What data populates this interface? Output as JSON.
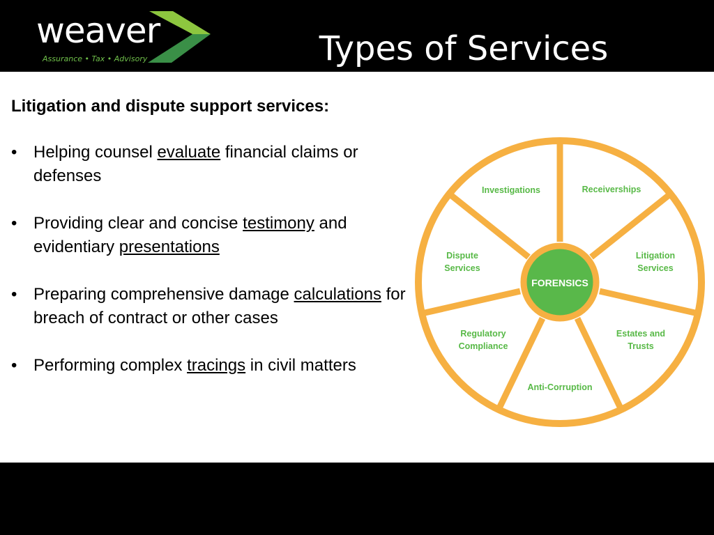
{
  "header": {
    "logo_word": "weaver",
    "logo_tagline": "Assurance • Tax • Advisory",
    "title": "Types of Services"
  },
  "content": {
    "heading": "Litigation and dispute support services:",
    "bullets": [
      {
        "pre": "Helping counsel ",
        "u1": "evaluate",
        "mid": " financial claims or defenses",
        "u2": "",
        "post": ""
      },
      {
        "pre": "Providing clear and concise ",
        "u1": "testimony",
        "mid": " and evidentiary ",
        "u2": "presentations",
        "post": ""
      },
      {
        "pre": "Preparing comprehensive damage ",
        "u1": "calculations",
        "mid": " for breach of contract or other cases",
        "u2": "",
        "post": ""
      },
      {
        "pre": "Performing complex ",
        "u1": "tracings",
        "mid": " in civil matters",
        "u2": "",
        "post": ""
      }
    ]
  },
  "wheel": {
    "center_label": "FORENSICS",
    "segments": [
      {
        "line1": "Investigations",
        "line2": ""
      },
      {
        "line1": "Receiverships",
        "line2": ""
      },
      {
        "line1": "Litigation",
        "line2": "Services"
      },
      {
        "line1": "Estates and",
        "line2": "Trusts"
      },
      {
        "line1": "Anti-Corruption",
        "line2": ""
      },
      {
        "line1": "Regulatory",
        "line2": "Compliance"
      },
      {
        "line1": "Dispute",
        "line2": "Services"
      }
    ],
    "colors": {
      "ring": "#f6b042",
      "label": "#58b947",
      "center_fill": "#59b84a",
      "center_text": "#ffffff"
    }
  },
  "colors": {
    "header_bg": "#000000",
    "logo_green": "#6fbf4a",
    "arrow_light": "#8dc63f",
    "arrow_dark": "#3a8f47"
  }
}
